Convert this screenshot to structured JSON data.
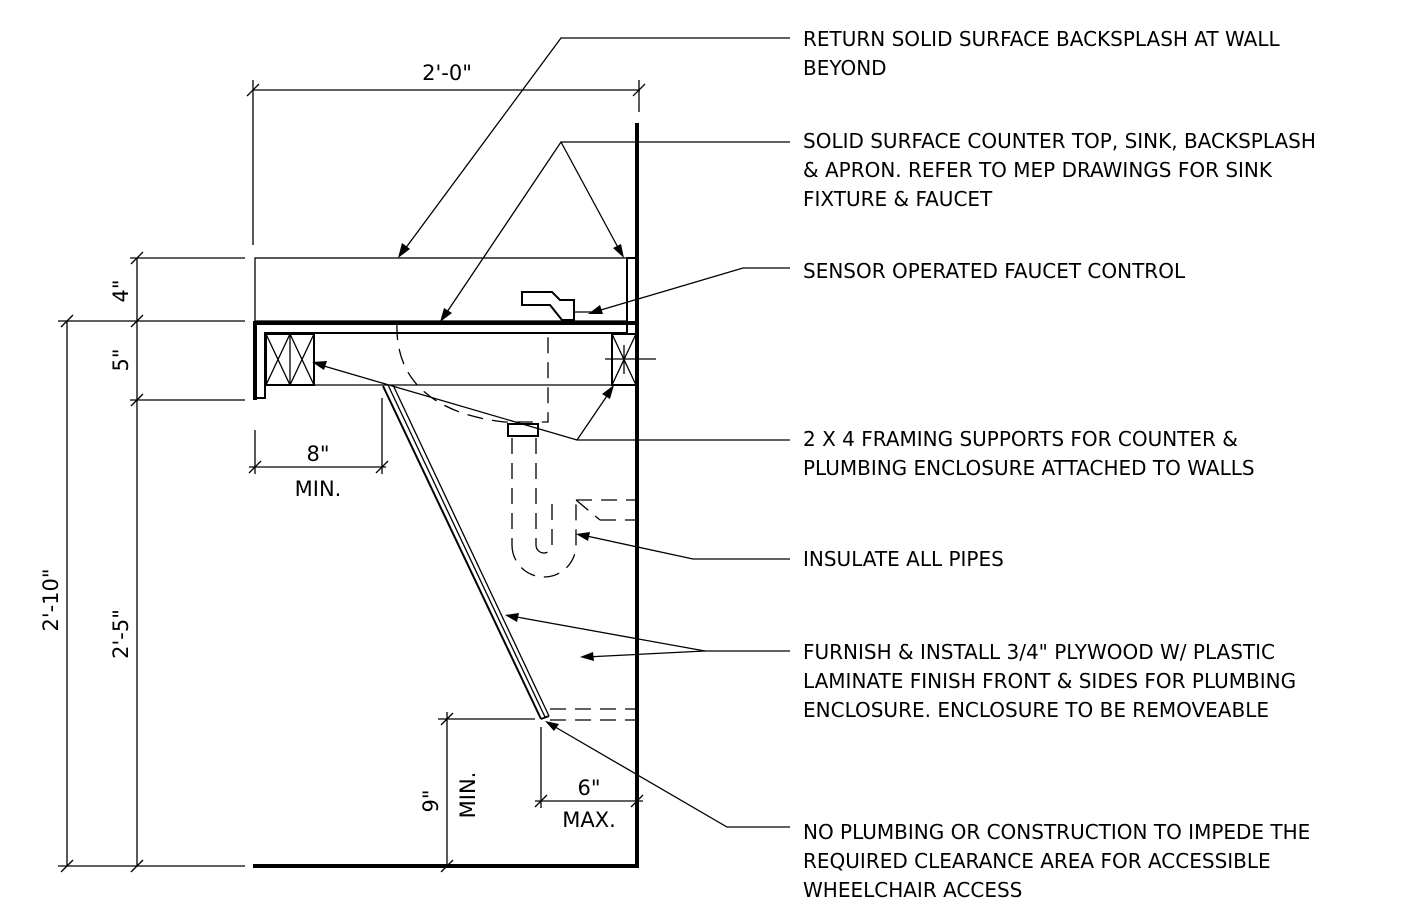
{
  "dimensions": {
    "top_width": "2'-0\"",
    "backsplash_height": "4\"",
    "apron_height": "5\"",
    "overall_height": "2'-10\"",
    "knee_height": "2'-5\"",
    "knee_depth": "8\"",
    "knee_depth_note": "MIN.",
    "toe_height": "9\"",
    "toe_height_note": "MIN.",
    "toe_depth": "6\"",
    "toe_depth_note": "MAX."
  },
  "notes": [
    {
      "lines": [
        "RETURN SOLID SURFACE BACKSPLASH  AT WALL",
        "BEYOND"
      ]
    },
    {
      "lines": [
        "SOLID SURFACE COUNTER TOP, SINK, BACKSPLASH",
        "& APRON. REFER TO MEP DRAWINGS FOR SINK",
        "FIXTURE & FAUCET"
      ]
    },
    {
      "lines": [
        "SENSOR OPERATED FAUCET CONTROL"
      ]
    },
    {
      "lines": [
        "2 X 4 FRAMING SUPPORTS FOR COUNTER &",
        "PLUMBING ENCLOSURE ATTACHED TO WALLS"
      ]
    },
    {
      "lines": [
        "INSULATE ALL PIPES"
      ]
    },
    {
      "lines": [
        "FURNISH & INSTALL 3/4\" PLYWOOD W/ PLASTIC",
        "LAMINATE FINISH FRONT & SIDES FOR PLUMBING",
        "ENCLOSURE. ENCLOSURE TO BE REMOVEABLE"
      ]
    },
    {
      "lines": [
        "NO PLUMBING OR CONSTRUCTION TO IMPEDE THE",
        "REQUIRED CLEARANCE AREA FOR ACCESSIBLE",
        "WHEELCHAIR ACCESS"
      ]
    }
  ]
}
